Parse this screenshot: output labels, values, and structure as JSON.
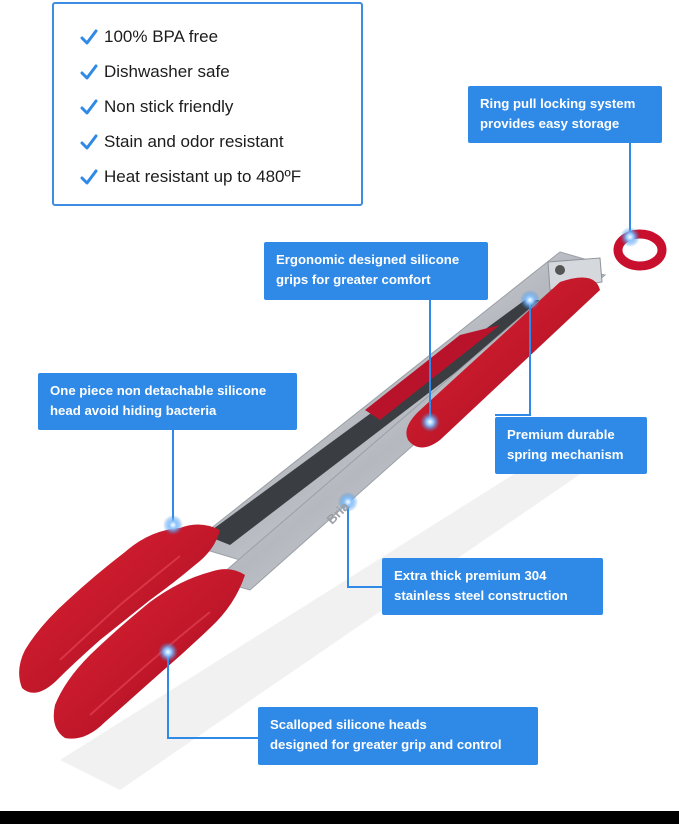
{
  "features": {
    "items": [
      "100% BPA free",
      "Dishwasher safe",
      "Non stick friendly",
      "Stain and odor resistant",
      "Heat resistant up to 480ºF"
    ]
  },
  "callouts": {
    "ring": {
      "line1": "Ring pull locking system",
      "line2": "provides easy storage"
    },
    "grips": {
      "line1": "Ergonomic designed silicone",
      "line2": "grips for greater comfort"
    },
    "head": {
      "line1": "One piece non detachable silicone",
      "line2": "head avoid hiding bacteria"
    },
    "spring": {
      "line1": "Premium durable",
      "line2": "spring mechanism"
    },
    "steel": {
      "line1": "Extra thick premium 304",
      "line2": "stainless steel construction"
    },
    "scalloped": {
      "line1": "Scalloped silicone heads",
      "line2": "designed  for greater grip and control"
    }
  },
  "brand_mark": "Bria",
  "colors": {
    "accent": "#2f89e6",
    "silicone": "#c8102e",
    "steel": "#c9ccd1"
  }
}
